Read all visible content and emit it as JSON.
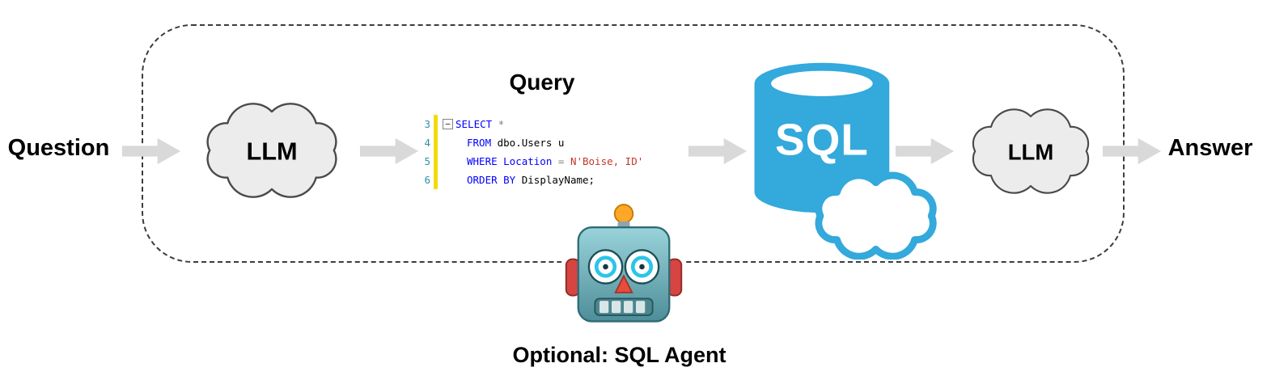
{
  "labels": {
    "question": "Question",
    "answer": "Answer",
    "query_title": "Query",
    "llm_left": "LLM",
    "llm_right": "LLM",
    "sql": "SQL",
    "caption": "Optional: SQL Agent"
  },
  "code": {
    "collapse_glyph": "−",
    "line3": {
      "num": "3",
      "kw": "SELECT",
      "rest": " *"
    },
    "line4": {
      "num": "4",
      "kw": "FROM",
      "rest": " dbo.Users u"
    },
    "line5": {
      "num": "5",
      "kw": "WHERE Location",
      "op": " = ",
      "str": "N'Boise, ID'"
    },
    "line6": {
      "num": "6",
      "kw": "ORDER BY",
      "rest": " DisplayName;"
    }
  },
  "icons": {
    "llm_cloud": "cloud-shape",
    "sql_database": "database-cylinder-with-cloud",
    "robot": "robot-emoji",
    "flow_arrow": "right-block-arrow",
    "collapse_toggle": "minus-box"
  },
  "colors": {
    "arrow": "#D9D9D9",
    "cloud_fill": "#ECECEC",
    "cloud_stroke": "#4A4A4A",
    "sql_blue": "#33A9DC",
    "keyword": "#0000FF",
    "string": "#C0392B",
    "operator": "#808080",
    "line_number": "#2B91AF",
    "change_bar": "#F2DB0C",
    "border_dash": "#3C3C3C",
    "text": "#000000"
  }
}
